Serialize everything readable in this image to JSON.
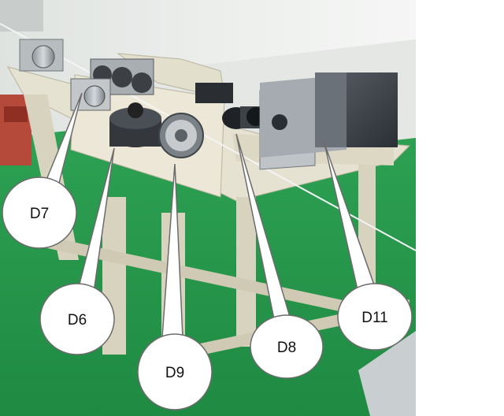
{
  "callouts": [
    {
      "label": "D7"
    },
    {
      "label": "D6"
    },
    {
      "label": "D9"
    },
    {
      "label": "D8"
    },
    {
      "label": "D11"
    }
  ]
}
